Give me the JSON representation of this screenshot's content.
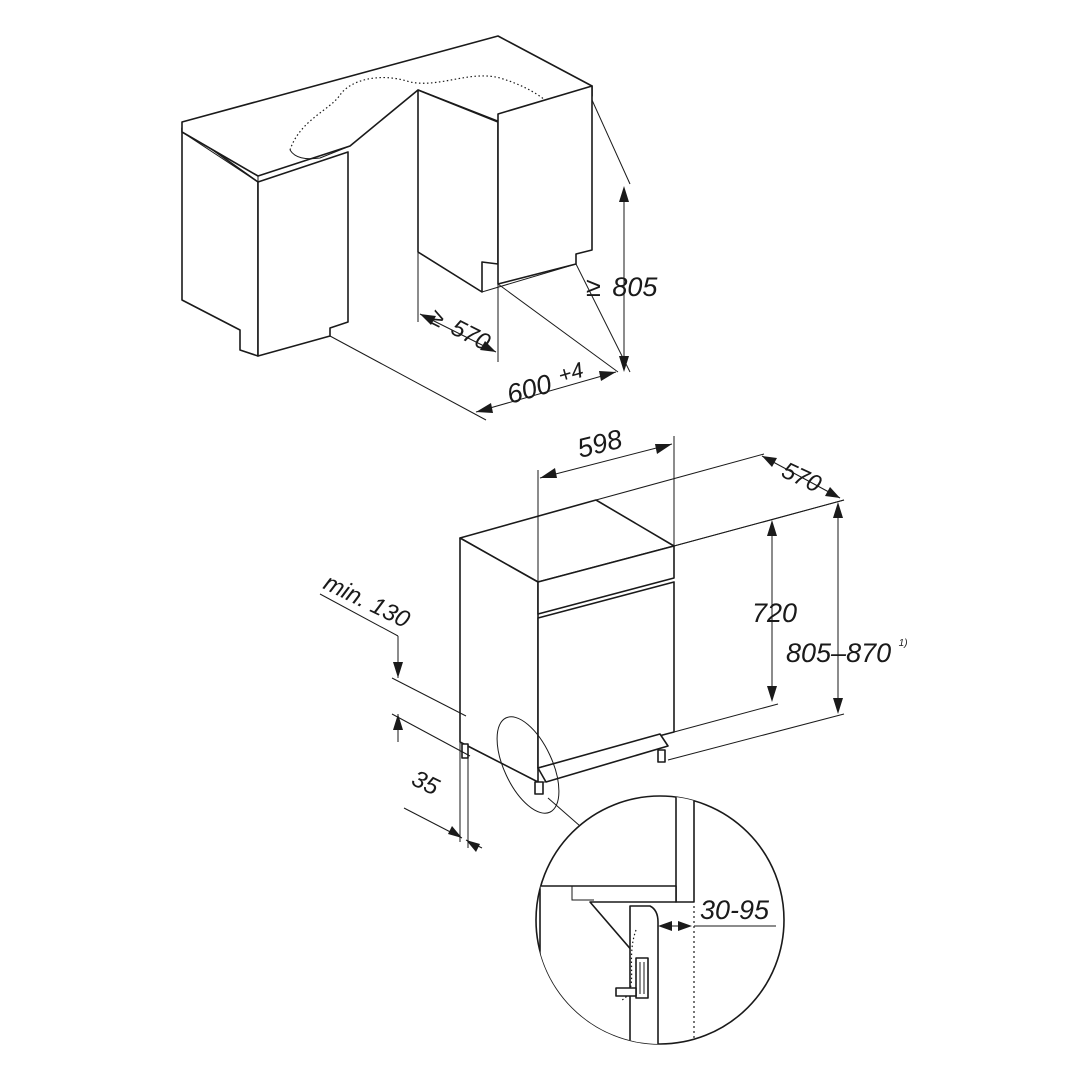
{
  "diagram": {
    "niche": {
      "min_height": "805",
      "min_depth": "570",
      "width": "600",
      "width_tolerance": "+4",
      "ge_symbol": "≥"
    },
    "appliance": {
      "width": "598",
      "depth": "570",
      "door_height": "720",
      "total_height": "805–870",
      "total_height_note": "1)",
      "plinth_min": "min. 130",
      "plinth_depth": "35"
    },
    "detail": {
      "door_gap": "30-95"
    }
  }
}
